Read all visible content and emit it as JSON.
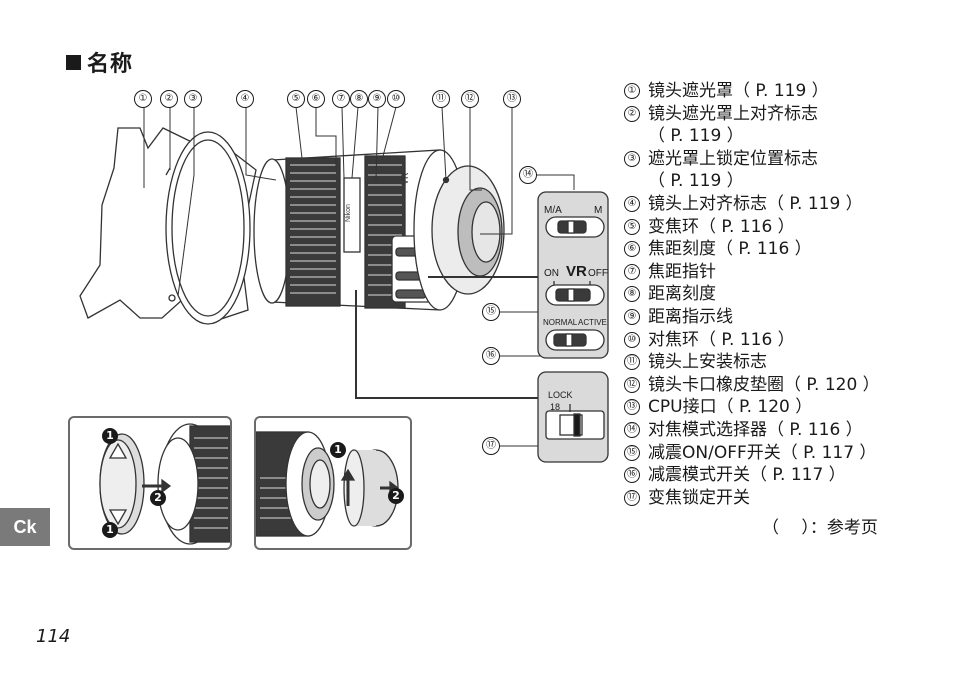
{
  "title": "名称",
  "callout_numbers": [
    "①",
    "②",
    "③",
    "④",
    "⑤",
    "⑥",
    "⑦",
    "⑧",
    "⑨",
    "⑩",
    "⑪",
    "⑫",
    "⑬",
    "⑭",
    "⑮",
    "⑯",
    "⑰"
  ],
  "legend": [
    {
      "num": "①",
      "text": "镜头遮光罩（ P. 119 ）"
    },
    {
      "num": "②",
      "text": "镜头遮光罩上对齐标志",
      "cont": "（ P. 119 ）"
    },
    {
      "num": "③",
      "text": "遮光罩上锁定位置标志",
      "cont": "（ P. 119 ）"
    },
    {
      "num": "④",
      "text": "镜头上对齐标志（ P. 119 ）"
    },
    {
      "num": "⑤",
      "text": "变焦环（ P. 116 ）"
    },
    {
      "num": "⑥",
      "text": "焦距刻度（ P. 116 ）"
    },
    {
      "num": "⑦",
      "text": "焦距指针"
    },
    {
      "num": "⑧",
      "text": "距离刻度"
    },
    {
      "num": "⑨",
      "text": "距离指示线"
    },
    {
      "num": "⑩",
      "text": "对焦环（ P. 116 ）"
    },
    {
      "num": "⑪",
      "text": "镜头上安装标志"
    },
    {
      "num": "⑫",
      "text": "镜头卡口橡皮垫圈（ P. 120 ）"
    },
    {
      "num": "⑬",
      "text": "CPU接口（ P. 120 ）"
    },
    {
      "num": "⑭",
      "text": "对焦模式选择器（ P. 116 ）"
    },
    {
      "num": "⑮",
      "text": "减震ON/OFF开关（ P. 117 ）"
    },
    {
      "num": "⑯",
      "text": "减震模式开关（ P. 117 ）"
    },
    {
      "num": "⑰",
      "text": "变焦锁定开关"
    }
  ],
  "ref_note": "（　 ）：参考页",
  "switch_labels": {
    "ma": "M/A",
    "m": "M",
    "on": "ON",
    "vr": "VR",
    "off": "OFF",
    "normal": "NORMAL",
    "active": "ACTIVE",
    "lock": "LOCK",
    "lock_num": "18"
  },
  "lens_marks": {
    "vr": "VR",
    "nikon": "Nikon"
  },
  "cap_step_1": "1",
  "cap_step_2": "2",
  "side_tab": "Ck",
  "page_number": "114"
}
